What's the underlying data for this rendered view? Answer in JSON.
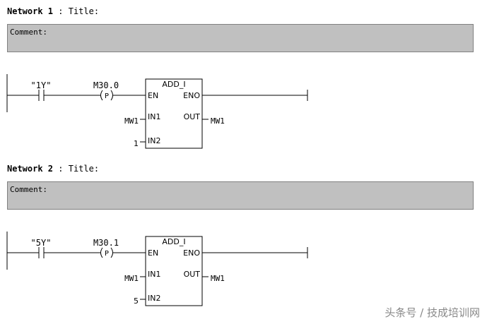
{
  "networks": [
    {
      "label": "Network 1",
      "title": ": Title:",
      "comment": "Comment:",
      "contact": "\"1Y\"",
      "pulse_addr": "M30.0",
      "pulse_symbol": "P",
      "block": "ADD_I",
      "en": "EN",
      "eno": "ENO",
      "in1": "IN1",
      "in2": "IN2",
      "out": "OUT",
      "in1_val": "MW1",
      "in2_val": "1",
      "out_val": "MW1"
    },
    {
      "label": "Network 2",
      "title": ": Title:",
      "comment": "Comment:",
      "contact": "\"5Y\"",
      "pulse_addr": "M30.1",
      "pulse_symbol": "P",
      "block": "ADD_I",
      "en": "EN",
      "eno": "ENO",
      "in1": "IN1",
      "in2": "IN2",
      "out": "OUT",
      "in1_val": "MW1",
      "in2_val": "5",
      "out_val": "MW1"
    }
  ],
  "watermark": "头条号 / 技成培训网"
}
